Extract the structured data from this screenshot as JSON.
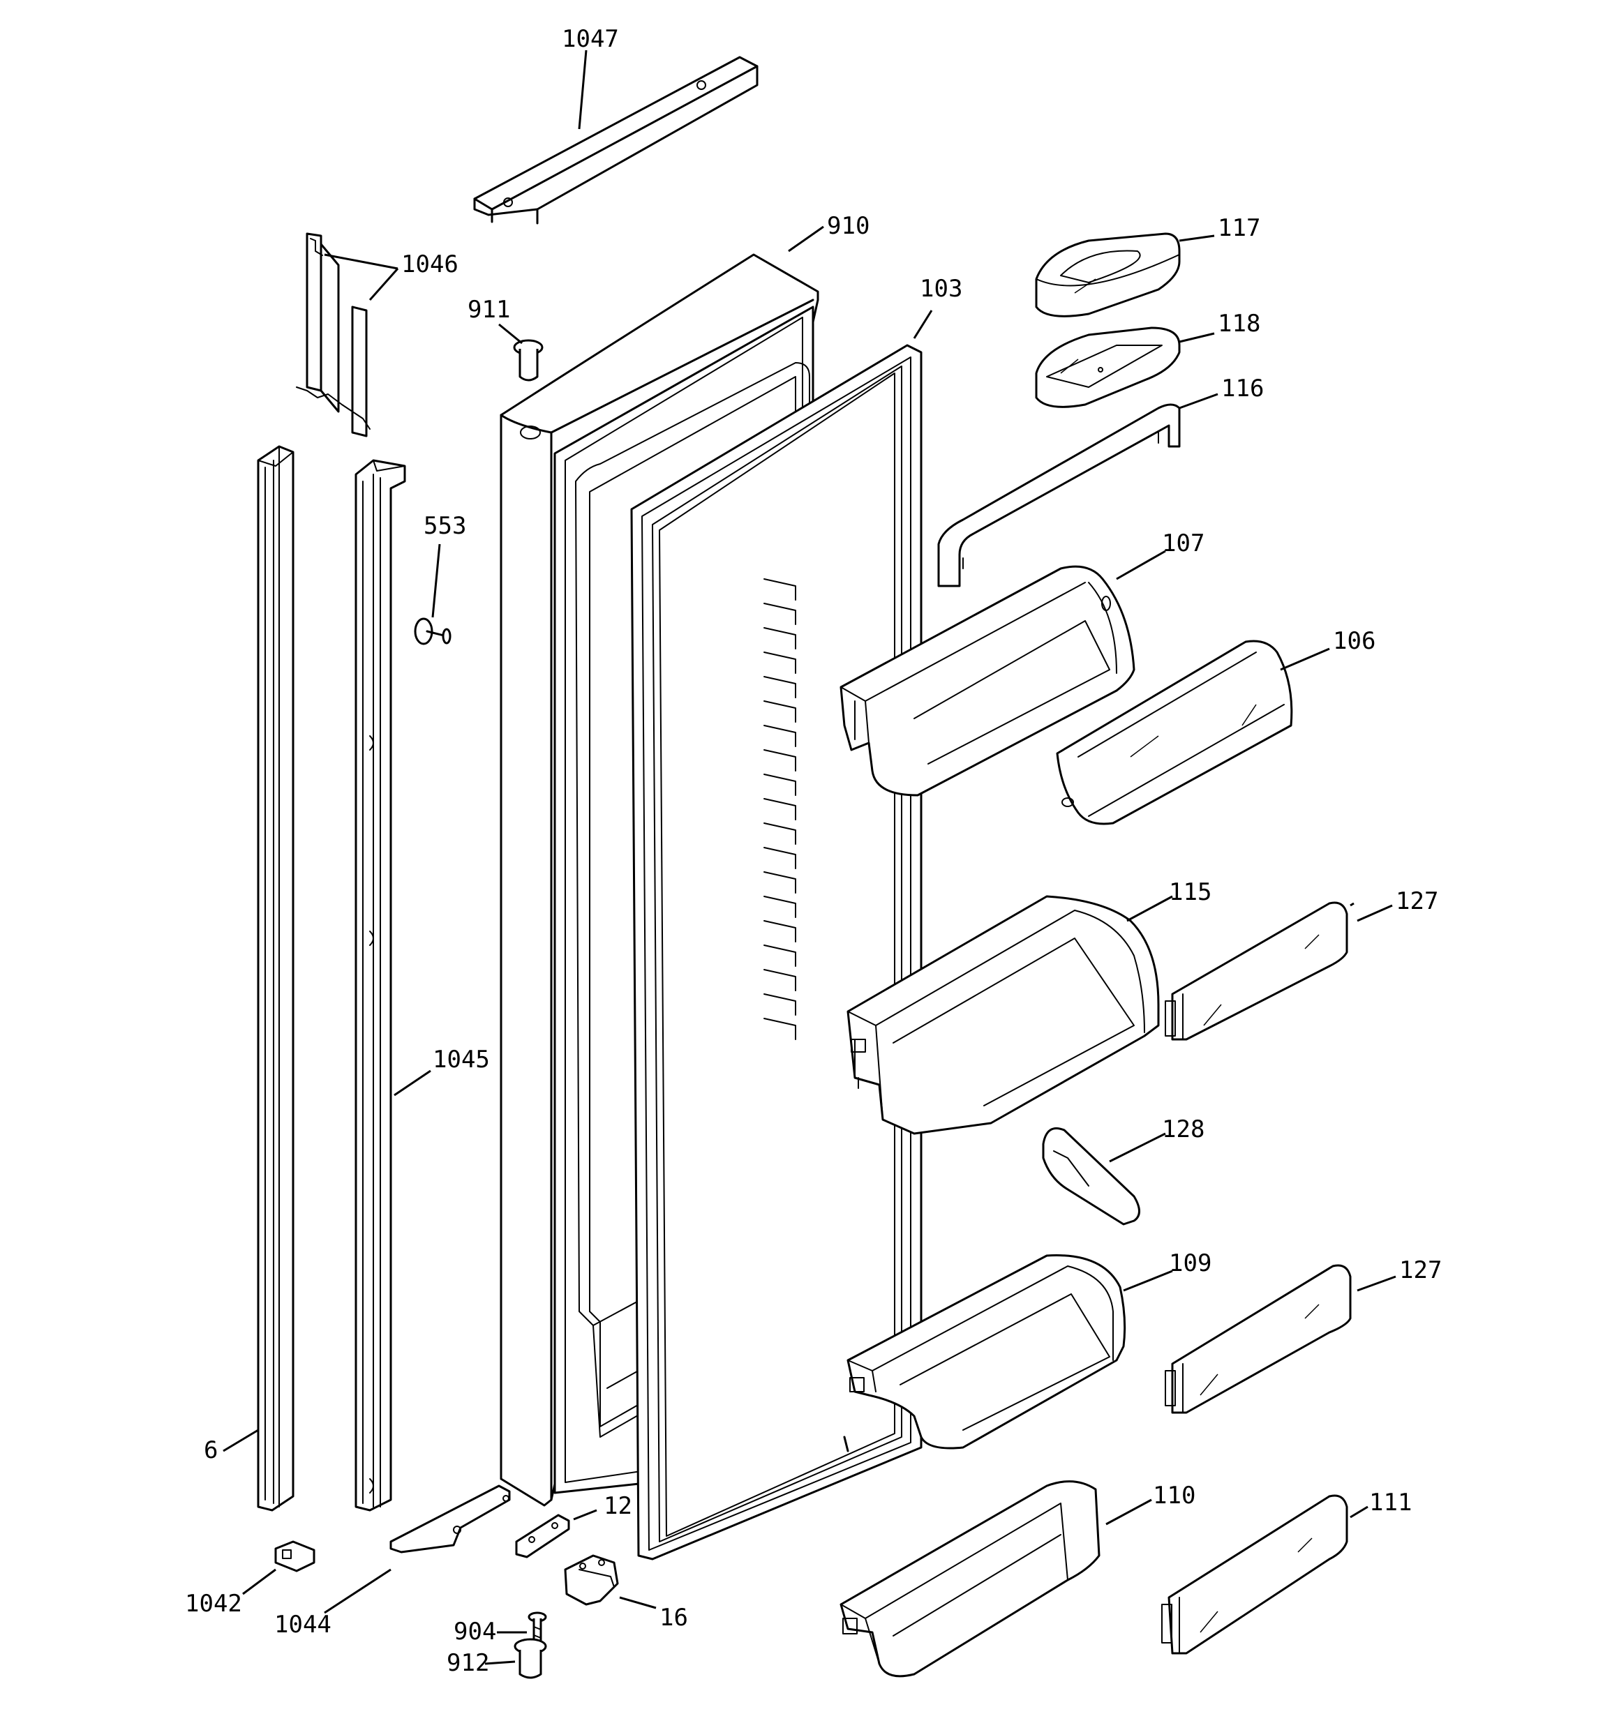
{
  "diagram": {
    "callouts": [
      {
        "id": "c1047",
        "label": "1047"
      },
      {
        "id": "c910",
        "label": "910"
      },
      {
        "id": "c1046",
        "label": "1046"
      },
      {
        "id": "c911",
        "label": "911"
      },
      {
        "id": "c103",
        "label": "103"
      },
      {
        "id": "c117",
        "label": "117"
      },
      {
        "id": "c118",
        "label": "118"
      },
      {
        "id": "c116",
        "label": "116"
      },
      {
        "id": "c553",
        "label": "553"
      },
      {
        "id": "c107",
        "label": "107"
      },
      {
        "id": "c106",
        "label": "106"
      },
      {
        "id": "c115",
        "label": "115"
      },
      {
        "id": "c127a",
        "label": "127"
      },
      {
        "id": "c1045",
        "label": "1045"
      },
      {
        "id": "c128",
        "label": "128"
      },
      {
        "id": "c109",
        "label": "109"
      },
      {
        "id": "c127b",
        "label": "127"
      },
      {
        "id": "c6",
        "label": "6"
      },
      {
        "id": "c110",
        "label": "110"
      },
      {
        "id": "c111",
        "label": "111"
      },
      {
        "id": "c12",
        "label": "12"
      },
      {
        "id": "c1042",
        "label": "1042"
      },
      {
        "id": "c1044",
        "label": "1044"
      },
      {
        "id": "c904",
        "label": "904"
      },
      {
        "id": "c16",
        "label": "16"
      },
      {
        "id": "c912",
        "label": "912"
      }
    ]
  }
}
